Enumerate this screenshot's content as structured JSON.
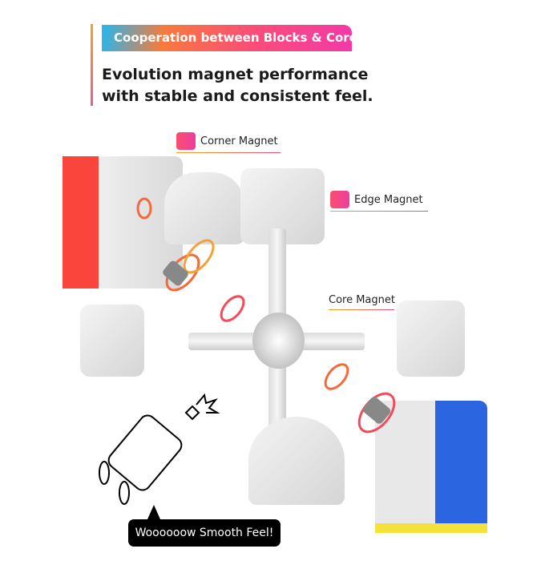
{
  "header": {
    "banner": "Cooperation between Blocks & Core",
    "headline_line1": "Evolution magnet performance",
    "headline_line2": "with stable and consistent feel."
  },
  "labels": {
    "corner": "Corner Magnet",
    "edge": "Edge Magnet",
    "core": "Core Magnet"
  },
  "bubble": "Woooooow Smooth Feel!",
  "colors": {
    "red_face": "#f9453c",
    "blue_face": "#2c65e0",
    "yellow_face": "#f4e23a",
    "accent_pink": "#f54a7e"
  }
}
